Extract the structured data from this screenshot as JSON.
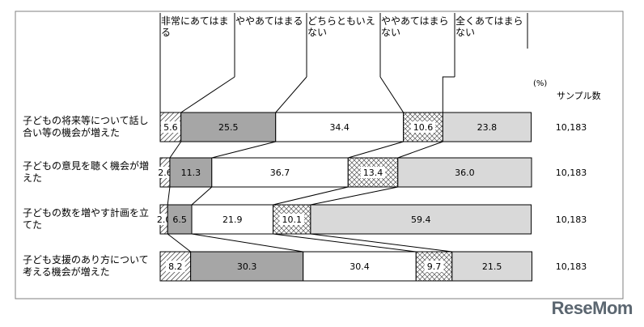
{
  "chart_data": {
    "type": "bar",
    "orientation": "horizontal",
    "stacked": true,
    "unit_label": "(%)",
    "sample_header": "サンプル数",
    "series": [
      {
        "name": "非常にあてはまる",
        "legend_lines": [
          "非常にあてはま",
          "る"
        ],
        "pattern": "hatch"
      },
      {
        "name": "ややあてはまる",
        "legend_lines": [
          "ややあてはまる"
        ],
        "fill": "#a6a6a6"
      },
      {
        "name": "どちらともいえない",
        "legend_lines": [
          "どちらともいえ",
          "ない"
        ],
        "fill": "#ffffff"
      },
      {
        "name": "ややあてはまらない",
        "legend_lines": [
          "ややあてはまら",
          "ない"
        ],
        "pattern": "crosshatch"
      },
      {
        "name": "全くあてはまらない",
        "legend_lines": [
          "全くあてはまら",
          "ない"
        ],
        "fill": "#d9d9d9"
      }
    ],
    "categories": [
      {
        "label_lines": [
          "子どもの将来等について話し",
          "合い等の機会が増えた"
        ],
        "values": [
          5.6,
          25.5,
          34.4,
          10.6,
          23.8
        ],
        "labels": [
          "5.6",
          "25.5",
          "34.4",
          "10.6",
          "23.8"
        ],
        "sample": "10,183"
      },
      {
        "label_lines": [
          "子どもの意見を聴く機会が増",
          "えた"
        ],
        "values": [
          2.6,
          11.3,
          36.7,
          13.4,
          36.0
        ],
        "labels": [
          "2.6",
          "11.3",
          "36.7",
          "13.4",
          "36.0"
        ],
        "sample": "10,183"
      },
      {
        "label_lines": [
          "子どもの数を増やす計画を立",
          "てた"
        ],
        "values": [
          2.0,
          6.5,
          21.9,
          10.1,
          59.4
        ],
        "labels": [
          "2.0",
          "6.5",
          "21.9",
          "10.1",
          "59.4"
        ],
        "sample": "10,183"
      },
      {
        "label_lines": [
          "子ども支援のあり方について",
          "考える機会が増えた"
        ],
        "values": [
          8.2,
          30.3,
          30.4,
          9.7,
          21.5
        ],
        "labels": [
          "8.2",
          "30.3",
          "30.4",
          "9.7",
          "21.5"
        ],
        "sample": "10,183"
      }
    ],
    "xlim": [
      0,
      100
    ]
  },
  "brand": {
    "logo_text": "ReseMom"
  }
}
